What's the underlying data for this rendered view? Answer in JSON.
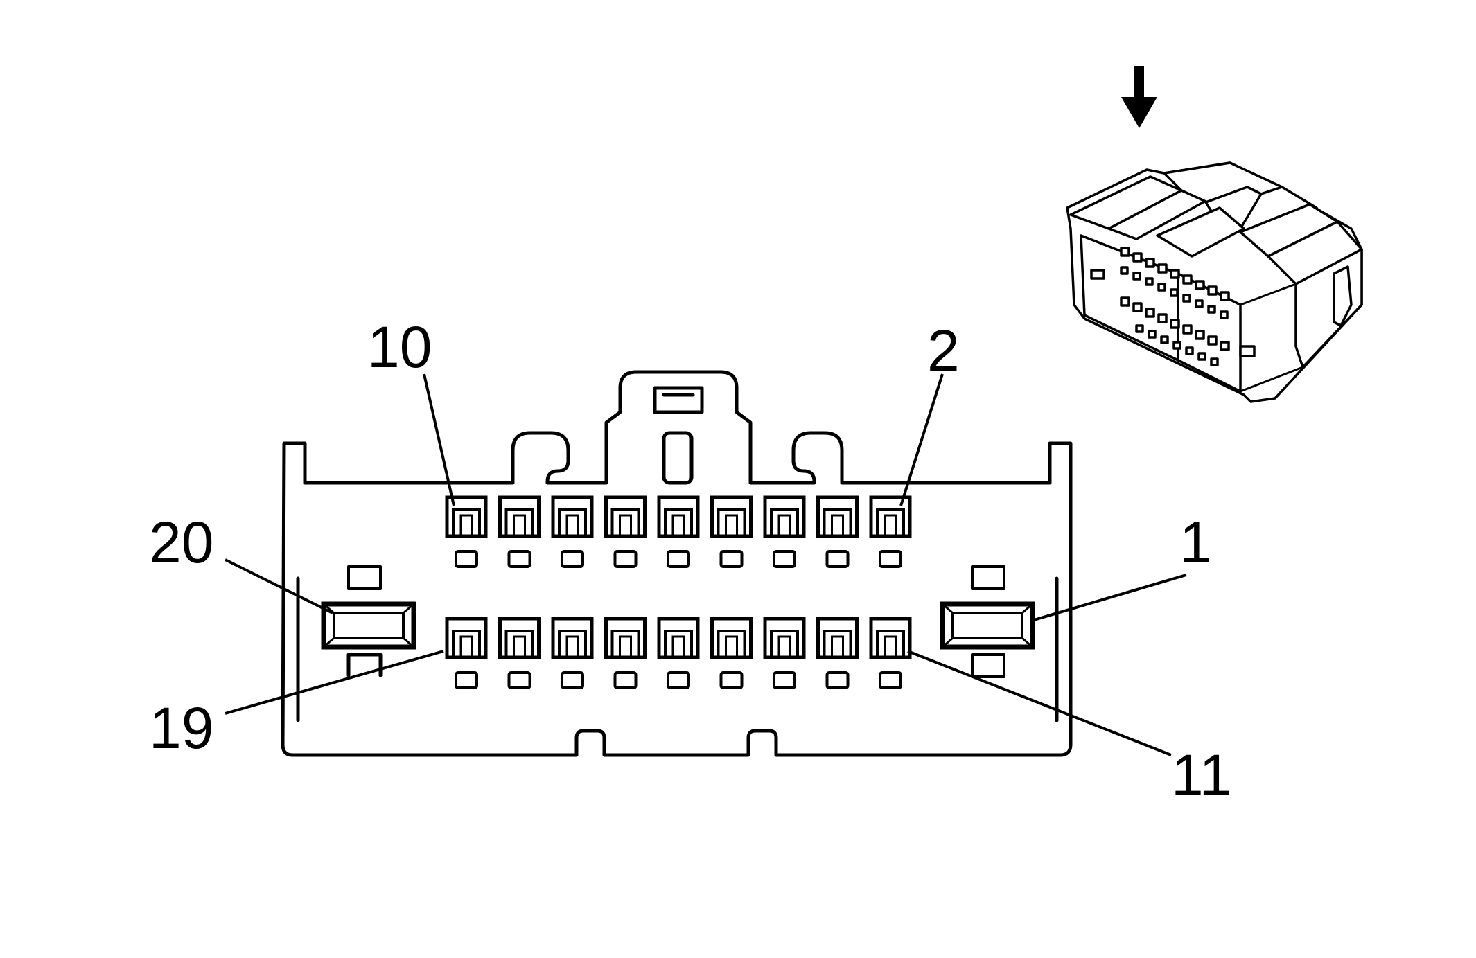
{
  "labels": {
    "pin_10": "10",
    "pin_2": "2",
    "pin_20": "20",
    "pin_1": "1",
    "pin_19": "19",
    "pin_11": "11"
  },
  "connector": {
    "pins_per_row": 9,
    "rows": 2
  },
  "icons": {
    "view_arrow": "down-arrow-icon",
    "connector_3d": "connector-isometric-icon"
  },
  "colors": {
    "stroke": "#000000",
    "background": "#ffffff"
  }
}
